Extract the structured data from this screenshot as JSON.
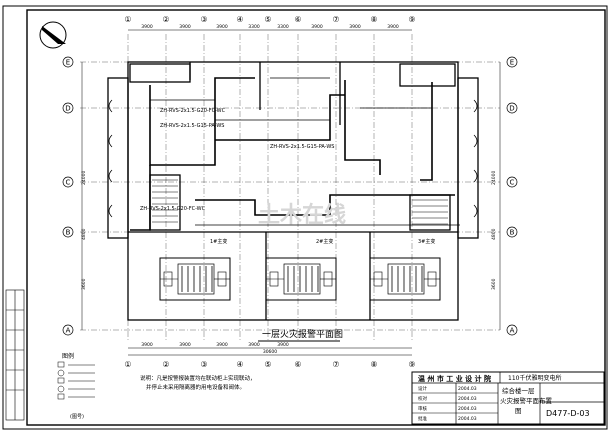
{
  "drawing": {
    "title": "一层火灾报警平面图",
    "legend_title": "图例",
    "notes_lines": [
      "说明：凡是按警报装置均在联动柜上实现联动，",
      "并停止未采用隔离器的用电设备和阀体。"
    ],
    "left_label": "(图号)",
    "center_watermark": "土木在线",
    "circle_label": "A"
  },
  "axes": {
    "top": [
      "①",
      "②",
      "③",
      "④",
      "⑤",
      "⑥",
      "⑦",
      "⑧",
      "⑨"
    ],
    "bottom": [
      "①",
      "②",
      "③",
      "④",
      "⑤",
      "⑥",
      "⑦",
      "⑧",
      "⑨"
    ],
    "left": [
      "E",
      "D",
      "C",
      "B",
      "A"
    ],
    "right": [
      "E",
      "D",
      "C",
      "B",
      "A"
    ],
    "top_dims": [
      "3900",
      "3900",
      "3900",
      "3300",
      "3300",
      "3900",
      "3900",
      "3900"
    ],
    "bottom_dims": [
      "3900",
      "3900",
      "3900",
      "3900",
      "3900"
    ],
    "total_dim": "30600",
    "side_dims": [
      "4800",
      "24000",
      "3600"
    ]
  },
  "title_block": {
    "company": "温 州 市 工 业 设 计 院",
    "project": "110千伏雅明变电所",
    "drawing_name_1": "综合楼一层",
    "drawing_name_2": "火灾报警平面布置",
    "drawing_name_3": "图",
    "drawing_no": "D477-D-03",
    "dates": [
      "2004.03",
      "2004.03",
      "2004.03",
      "2004.03"
    ],
    "fields": [
      "设计",
      "校对",
      "审核",
      "批准"
    ]
  },
  "cable_labels": [
    "ZH-RVS-2x1.5-G20-FC-WC",
    "ZH-RVS-2x1.5-G15-PA-WS",
    "ZH-RVS-2x1.5-G15-PA-WS",
    "ZH-RVS-2x1.5-G20-FC-WC"
  ],
  "room_labels": [
    "1#主变",
    "2#主变",
    "3#主变"
  ]
}
